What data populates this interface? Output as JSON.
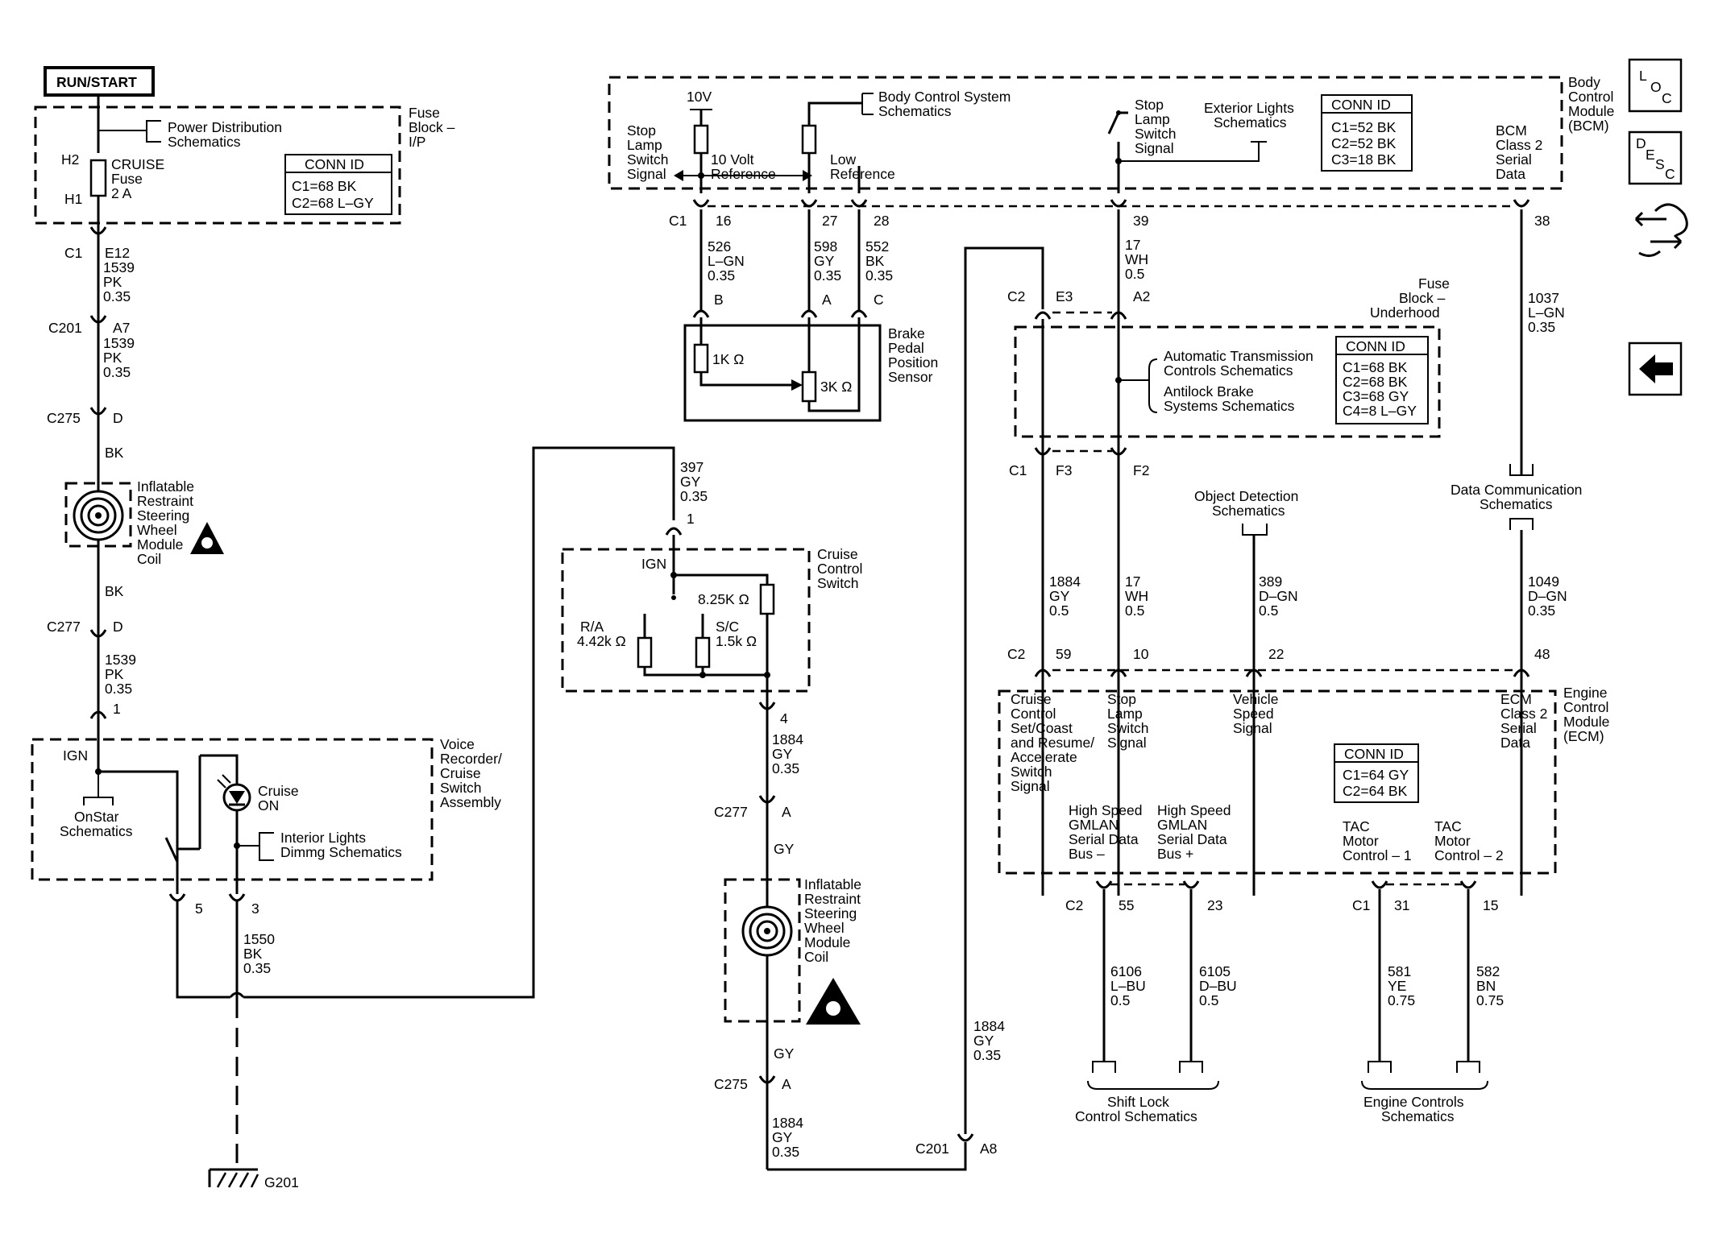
{
  "power": {
    "run_start": "RUN/START"
  },
  "fuse_block_ip": {
    "title": [
      "Fuse",
      "Block –",
      "I/P"
    ],
    "power_dist": [
      "Power Distribution",
      "Schematics"
    ],
    "fuse": [
      "CRUISE",
      "Fuse",
      "2 A"
    ],
    "h2": "H2",
    "h1": "H1",
    "conn_id": {
      "title": "CONN ID",
      "rows": [
        "C1=68 BK",
        "C2=68 L–GY"
      ]
    }
  },
  "left_column": {
    "c1": "C1",
    "e12": "E12",
    "w1": [
      "1539",
      "PK",
      "0.35"
    ],
    "c201": "C201",
    "a7": "A7",
    "w2": [
      "1539",
      "PK",
      "0.35"
    ],
    "c275": "C275",
    "d1": "D",
    "bk1": "BK",
    "coil": [
      "Inflatable",
      "Restraint",
      "Steering",
      "Wheel",
      "Module",
      "Coil"
    ],
    "bk2": "BK",
    "c277": "C277",
    "d2": "D",
    "w3": [
      "1539",
      "PK",
      "0.35"
    ],
    "pin1": "1"
  },
  "voice_recorder": {
    "title": [
      "Voice",
      "Recorder/",
      "Cruise",
      "Switch",
      "Assembly"
    ],
    "ign": "IGN",
    "onstar": [
      "OnStar",
      "Schematics"
    ],
    "cruise_on": [
      "Cruise",
      "ON"
    ],
    "interior": [
      "Interior Lights",
      "Dimmg Schematics"
    ],
    "pin5": "5",
    "pin3": "3",
    "ground_wire": [
      "1550",
      "BK",
      "0.35"
    ],
    "g201": "G201"
  },
  "cruise_switch": {
    "wire_in": [
      "397",
      "GY",
      "0.35"
    ],
    "pin1": "1",
    "title": [
      "Cruise",
      "Control",
      "Switch"
    ],
    "ign": "IGN",
    "r1": "8.25K Ω",
    "ra": [
      "R/A",
      "4.42k Ω"
    ],
    "sc": [
      "S/C",
      "1.5k Ω"
    ],
    "pin4": "4",
    "wire_out": [
      "1884",
      "GY",
      "0.35"
    ],
    "c277": "C277",
    "a1": "A",
    "gy1": "GY",
    "coil": [
      "Inflatable",
      "Restraint",
      "Steering",
      "Wheel",
      "Module",
      "Coil"
    ],
    "gy2": "GY",
    "c275": "C275",
    "a2": "A",
    "wire_bottom": [
      "1884",
      "GY",
      "0.35"
    ],
    "c201": "C201",
    "a8": "A8",
    "wire_right": [
      "1884",
      "GY",
      "0.35"
    ]
  },
  "bcm": {
    "title": [
      "Body",
      "Control",
      "Module",
      "(BCM)"
    ],
    "v10": "10V",
    "stop_lamp_sig": [
      "Stop",
      "Lamp",
      "Switch",
      "Signal"
    ],
    "ref10": [
      "10 Volt",
      "Reference"
    ],
    "body_ctrl": [
      "Body Control System",
      "Schematics"
    ],
    "low_ref": [
      "Low",
      "Reference"
    ],
    "stop_lamp_sw": [
      "Stop",
      "Lamp",
      "Switch",
      "Signal"
    ],
    "ext_lights": [
      "Exterior Lights",
      "Schematics"
    ],
    "conn_id": {
      "title": "CONN ID",
      "rows": [
        "C1=52 BK",
        "C2=52 BK",
        "C3=18 BK"
      ]
    },
    "class2": [
      "BCM",
      "Class 2",
      "Serial",
      "Data"
    ],
    "c1": "C1",
    "pins": {
      "p16": "16",
      "p27": "27",
      "p28": "28",
      "p39": "39",
      "p38": "38"
    }
  },
  "wires_top": {
    "w16": [
      "526",
      "L–GN",
      "0.35"
    ],
    "w27": [
      "598",
      "GY",
      "0.35"
    ],
    "w28": [
      "552",
      "BK",
      "0.35"
    ],
    "w39": [
      "17",
      "WH",
      "0.5"
    ],
    "w38": [
      "1037",
      "L–GN",
      "0.35"
    ]
  },
  "brake_sensor": {
    "pb": "B",
    "pa": "A",
    "pc": "C",
    "r1": "1K Ω",
    "r2": "3K Ω",
    "title": [
      "Brake",
      "Pedal",
      "Position",
      "Sensor"
    ]
  },
  "fuse_block_uh": {
    "title": [
      "Fuse",
      "Block –",
      "Underhood"
    ],
    "c2": "C2",
    "e3": "E3",
    "a2": "A2",
    "auto_trans": [
      "Automatic Transmission",
      "Controls Schematics"
    ],
    "abs": [
      "Antilock Brake",
      "Systems Schematics"
    ],
    "conn_id": {
      "title": "CONN ID",
      "rows": [
        "C1=68 BK",
        "C2=68 BK",
        "C3=68 GY",
        "C4=8 L–GY"
      ]
    },
    "c1": "C1",
    "f3": "F3",
    "f2": "F2"
  },
  "mid_wires": {
    "obj_det": [
      "Object Detection",
      "Schematics"
    ],
    "data_comm": [
      "Data Communication",
      "Schematics"
    ],
    "w59": [
      "1884",
      "GY",
      "0.5"
    ],
    "w10": [
      "17",
      "WH",
      "0.5"
    ],
    "w22": [
      "389",
      "D–GN",
      "0.5"
    ],
    "w48": [
      "1049",
      "D–GN",
      "0.35"
    ]
  },
  "ecm": {
    "title": [
      "Engine",
      "Control",
      "Module",
      "(ECM)"
    ],
    "c2": "C2",
    "pins_top": {
      "p59": "59",
      "p10": "10",
      "p22": "22",
      "p48": "48"
    },
    "cruise_sig": [
      "Cruise",
      "Control",
      "Set/Coast",
      "and Resume/",
      "Accelerate",
      "Switch",
      "Signal"
    ],
    "stop_lamp": [
      "Stop",
      "Lamp",
      "Switch",
      "Signal"
    ],
    "vss": [
      "Vehicle",
      "Speed",
      "Signal"
    ],
    "ecm_class2": [
      "ECM",
      "Class 2",
      "Serial",
      "Data"
    ],
    "conn_id": {
      "title": "CONN ID",
      "rows": [
        "C1=64 GY",
        "C2=64 BK"
      ]
    },
    "gmlan_neg": [
      "High Speed",
      "GMLAN",
      "Serial Data",
      "Bus –"
    ],
    "gmlan_pos": [
      "High Speed",
      "GMLAN",
      "Serial Data",
      "Bus +"
    ],
    "tac1": [
      "TAC",
      "Motor",
      "Control – 1"
    ],
    "tac2": [
      "TAC",
      "Motor",
      "Control – 2"
    ],
    "c2b": "C2",
    "c1b": "C1",
    "pins_bottom": {
      "p55": "55",
      "p23": "23",
      "p31": "31",
      "p15": "15"
    },
    "w55": [
      "6106",
      "L–BU",
      "0.5"
    ],
    "w23": [
      "6105",
      "D–BU",
      "0.5"
    ],
    "w31": [
      "581",
      "YE",
      "0.75"
    ],
    "w15": [
      "582",
      "BN",
      "0.75"
    ],
    "shift_lock": [
      "Shift Lock",
      "Control Schematics"
    ],
    "engine_ctrls": [
      "Engine Controls",
      "Schematics"
    ]
  },
  "nav": {
    "loc": [
      "L",
      "O",
      "C"
    ],
    "desc": [
      "D",
      "E",
      "S",
      "C"
    ],
    "connector_icon": "connector-icon",
    "back_icon": "back-arrow-icon"
  }
}
